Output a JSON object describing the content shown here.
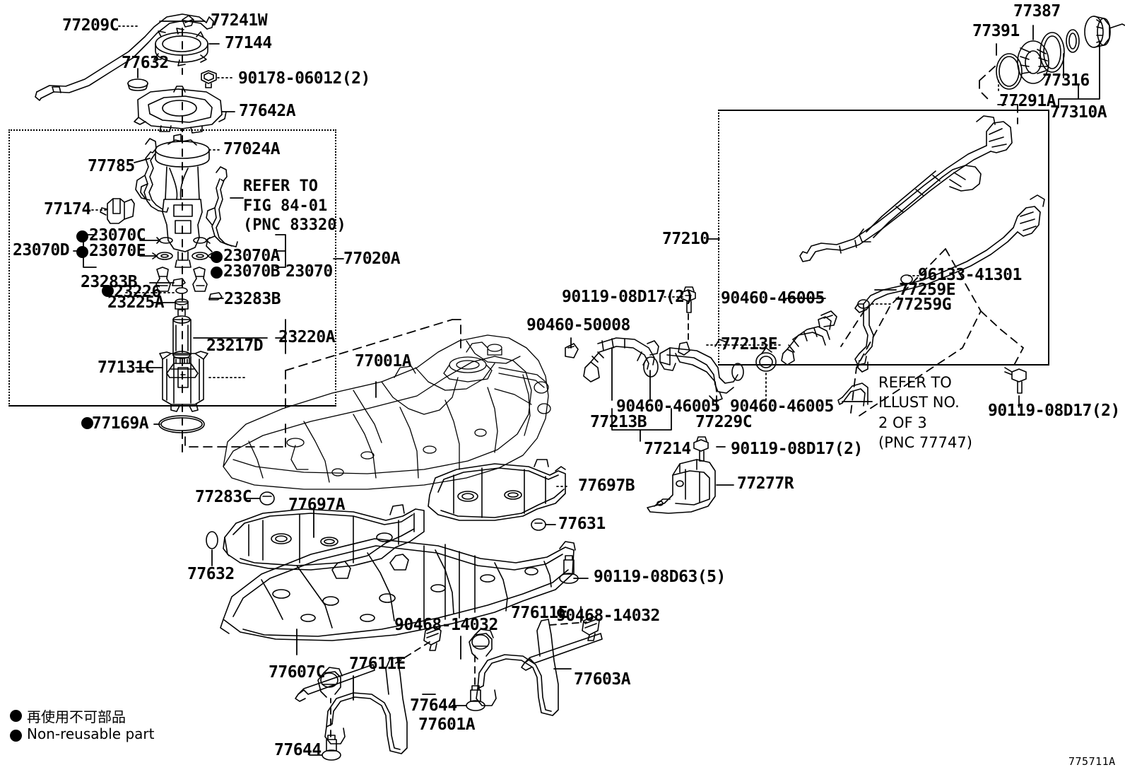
{
  "figure": {
    "id": "775711A",
    "legend": {
      "japanese": "再使用不可部品",
      "english": "Non-reusable part"
    },
    "refer_notes": [
      {
        "id": "ref-fig-84-01",
        "text": "REFER TO\nFIG 84-01\n(PNC 83320)"
      },
      {
        "id": "ref-illust-2of3",
        "text": "REFER TO\nILLUST NO.\n2 OF 3\n(PNC 77747)"
      }
    ]
  },
  "callouts": [
    {
      "id": "c-77209C",
      "text": "77209C"
    },
    {
      "id": "c-77241W",
      "text": "77241W"
    },
    {
      "id": "c-77144",
      "text": "77144"
    },
    {
      "id": "c-77632-top",
      "text": "77632"
    },
    {
      "id": "c-90178-06012",
      "text": "90178-06012(2)"
    },
    {
      "id": "c-77642A",
      "text": "77642A"
    },
    {
      "id": "c-77024A",
      "text": "77024A"
    },
    {
      "id": "c-77785",
      "text": "77785"
    },
    {
      "id": "c-77174",
      "text": "77174"
    },
    {
      "id": "c-23070D",
      "text": "23070D"
    },
    {
      "id": "c-23070C",
      "text": "23070C"
    },
    {
      "id": "c-23070E",
      "text": "23070E"
    },
    {
      "id": "c-23283B-left",
      "text": "23283B"
    },
    {
      "id": "c-23226",
      "text": "23226"
    },
    {
      "id": "c-23225A",
      "text": "23225A"
    },
    {
      "id": "c-23070A",
      "text": "23070A"
    },
    {
      "id": "c-23070B",
      "text": "23070B"
    },
    {
      "id": "c-23070",
      "text": "23070"
    },
    {
      "id": "c-23283B-right",
      "text": "23283B"
    },
    {
      "id": "c-77020A",
      "text": "77020A"
    },
    {
      "id": "c-23220A",
      "text": "23220A"
    },
    {
      "id": "c-23217D",
      "text": "23217D"
    },
    {
      "id": "c-77131C",
      "text": "77131C"
    },
    {
      "id": "c-77169A",
      "text": "77169A"
    },
    {
      "id": "c-77001A",
      "text": "77001A"
    },
    {
      "id": "c-77387",
      "text": "77387"
    },
    {
      "id": "c-77391",
      "text": "77391"
    },
    {
      "id": "c-77291A",
      "text": "77291A"
    },
    {
      "id": "c-77316",
      "text": "77316"
    },
    {
      "id": "c-77310A",
      "text": "77310A"
    },
    {
      "id": "c-77210",
      "text": "77210"
    },
    {
      "id": "c-96133-41301",
      "text": "96133-41301"
    },
    {
      "id": "c-77259E",
      "text": "77259E"
    },
    {
      "id": "c-77259G",
      "text": "77259G"
    },
    {
      "id": "c-90460-46005-E",
      "text": "90460-46005"
    },
    {
      "id": "c-77213E",
      "text": "77213E"
    },
    {
      "id": "c-90119-08D17-a",
      "text": "90119-08D17(2)"
    },
    {
      "id": "c-90460-50008",
      "text": "90460-50008"
    },
    {
      "id": "c-90460-46005-B",
      "text": "90460-46005"
    },
    {
      "id": "c-77213B",
      "text": "77213B"
    },
    {
      "id": "c-90460-46005-C",
      "text": "90460-46005"
    },
    {
      "id": "c-77229C",
      "text": "77229C"
    },
    {
      "id": "c-77214",
      "text": "77214"
    },
    {
      "id": "c-90119-08D17-b",
      "text": "90119-08D17(2)"
    },
    {
      "id": "c-90119-08D17-c",
      "text": "90119-08D17(2)"
    },
    {
      "id": "c-77277R",
      "text": "77277R"
    },
    {
      "id": "c-77283C",
      "text": "77283C"
    },
    {
      "id": "c-77697A",
      "text": "77697A"
    },
    {
      "id": "c-77697B",
      "text": "77697B"
    },
    {
      "id": "c-77631",
      "text": "77631"
    },
    {
      "id": "c-77632-bot",
      "text": "77632"
    },
    {
      "id": "c-90119-08D63",
      "text": "90119-08D63(5)"
    },
    {
      "id": "c-77607C",
      "text": "77607C"
    },
    {
      "id": "c-77611E-left",
      "text": "77611E"
    },
    {
      "id": "c-90468-14032-l",
      "text": "90468-14032"
    },
    {
      "id": "c-77644-left",
      "text": "77644"
    },
    {
      "id": "c-77601A",
      "text": "77601A"
    },
    {
      "id": "c-77644-mid",
      "text": "77644"
    },
    {
      "id": "c-77611E-right",
      "text": "77611E"
    },
    {
      "id": "c-90468-14032-r",
      "text": "90468-14032"
    },
    {
      "id": "c-77603A",
      "text": "77603A"
    }
  ]
}
